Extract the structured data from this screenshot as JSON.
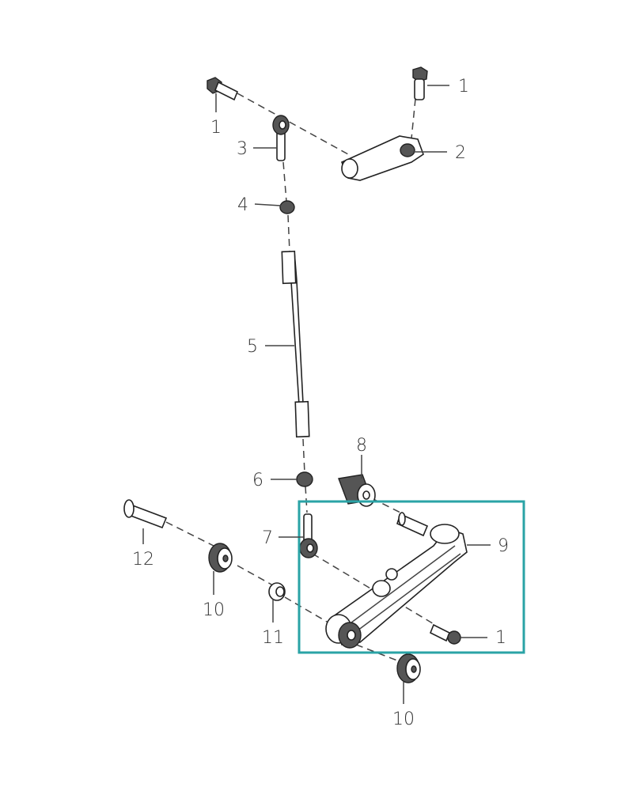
{
  "diagram": {
    "title": "Gear shift linkage exploded view",
    "highlight_color": "#2aa3a6",
    "callouts": [
      {
        "id": "c1a",
        "text": "1"
      },
      {
        "id": "c1b",
        "text": "1"
      },
      {
        "id": "c2",
        "text": "2"
      },
      {
        "id": "c3",
        "text": "3"
      },
      {
        "id": "c4",
        "text": "4"
      },
      {
        "id": "c5",
        "text": "5"
      },
      {
        "id": "c6",
        "text": "6"
      },
      {
        "id": "c7",
        "text": "7"
      },
      {
        "id": "c8",
        "text": "8"
      },
      {
        "id": "c9",
        "text": "9"
      },
      {
        "id": "c12",
        "text": "12"
      },
      {
        "id": "c10a",
        "text": "10"
      },
      {
        "id": "c11",
        "text": "11"
      },
      {
        "id": "c1c",
        "text": "1"
      },
      {
        "id": "c10b",
        "text": "10"
      }
    ]
  }
}
